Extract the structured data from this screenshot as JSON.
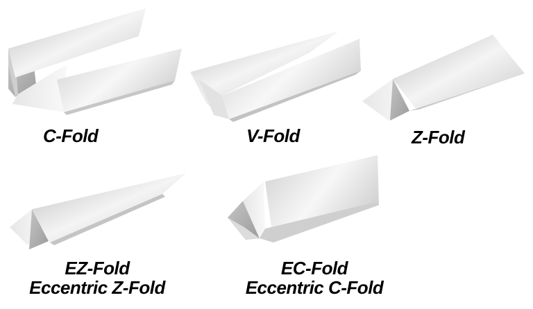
{
  "colors": {
    "background": "#ffffff",
    "label_text": "#000000",
    "paper_light": "#f6f6f6",
    "paper_mid": "#d9d9d9",
    "paper_dark": "#b0b0b0"
  },
  "folds": [
    {
      "id": "c-fold",
      "icon": "c-fold-paper-icon",
      "label_lines": [
        "C-Fold"
      ]
    },
    {
      "id": "v-fold",
      "icon": "v-fold-paper-icon",
      "label_lines": [
        "V-Fold"
      ]
    },
    {
      "id": "z-fold",
      "icon": "z-fold-paper-icon",
      "label_lines": [
        "Z-Fold"
      ]
    },
    {
      "id": "ez-fold",
      "icon": "ez-fold-paper-icon",
      "label_lines": [
        "EZ-Fold",
        "Eccentric Z-Fold"
      ]
    },
    {
      "id": "ec-fold",
      "icon": "ec-fold-paper-icon",
      "label_lines": [
        "EC-Fold",
        "Eccentric C-Fold"
      ]
    }
  ]
}
